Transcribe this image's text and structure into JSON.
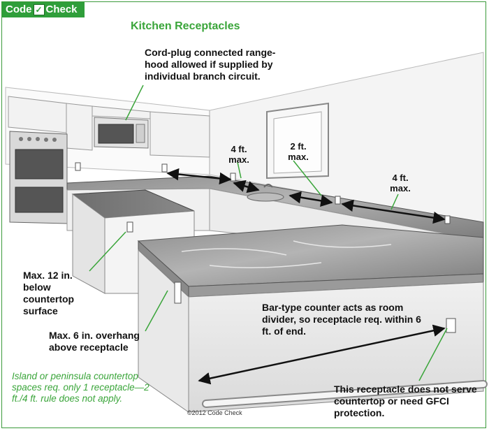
{
  "logo": {
    "left": "Code",
    "right": "Check"
  },
  "title": "Kitchen Receptacles",
  "labels": {
    "rangehood": "Cord-plug connected range-hood allowed if supplied by individual branch circuit.",
    "max12": "Max. 12 in. below countertop surface",
    "max6": "Max. 6 in. overhang above receptacle",
    "bar": "Bar-type counter acts as room divider, so receptacle req. within 6 ft. of end.",
    "noserve": "This receptacle does not serve countertop or need GFCI protection."
  },
  "dimensions": {
    "four_ft_left": "4 ft. max.",
    "two_ft": "2 ft. max.",
    "four_ft_right": "4 ft. max."
  },
  "note": "Island or peninsula countertop spaces req. only 1 receptacle—2 ft./4 ft. rule does not apply.",
  "copyright": "©2012 Code Check",
  "colors": {
    "accent_green": "#3aa53a",
    "logo_green": "#2f9e3a"
  }
}
